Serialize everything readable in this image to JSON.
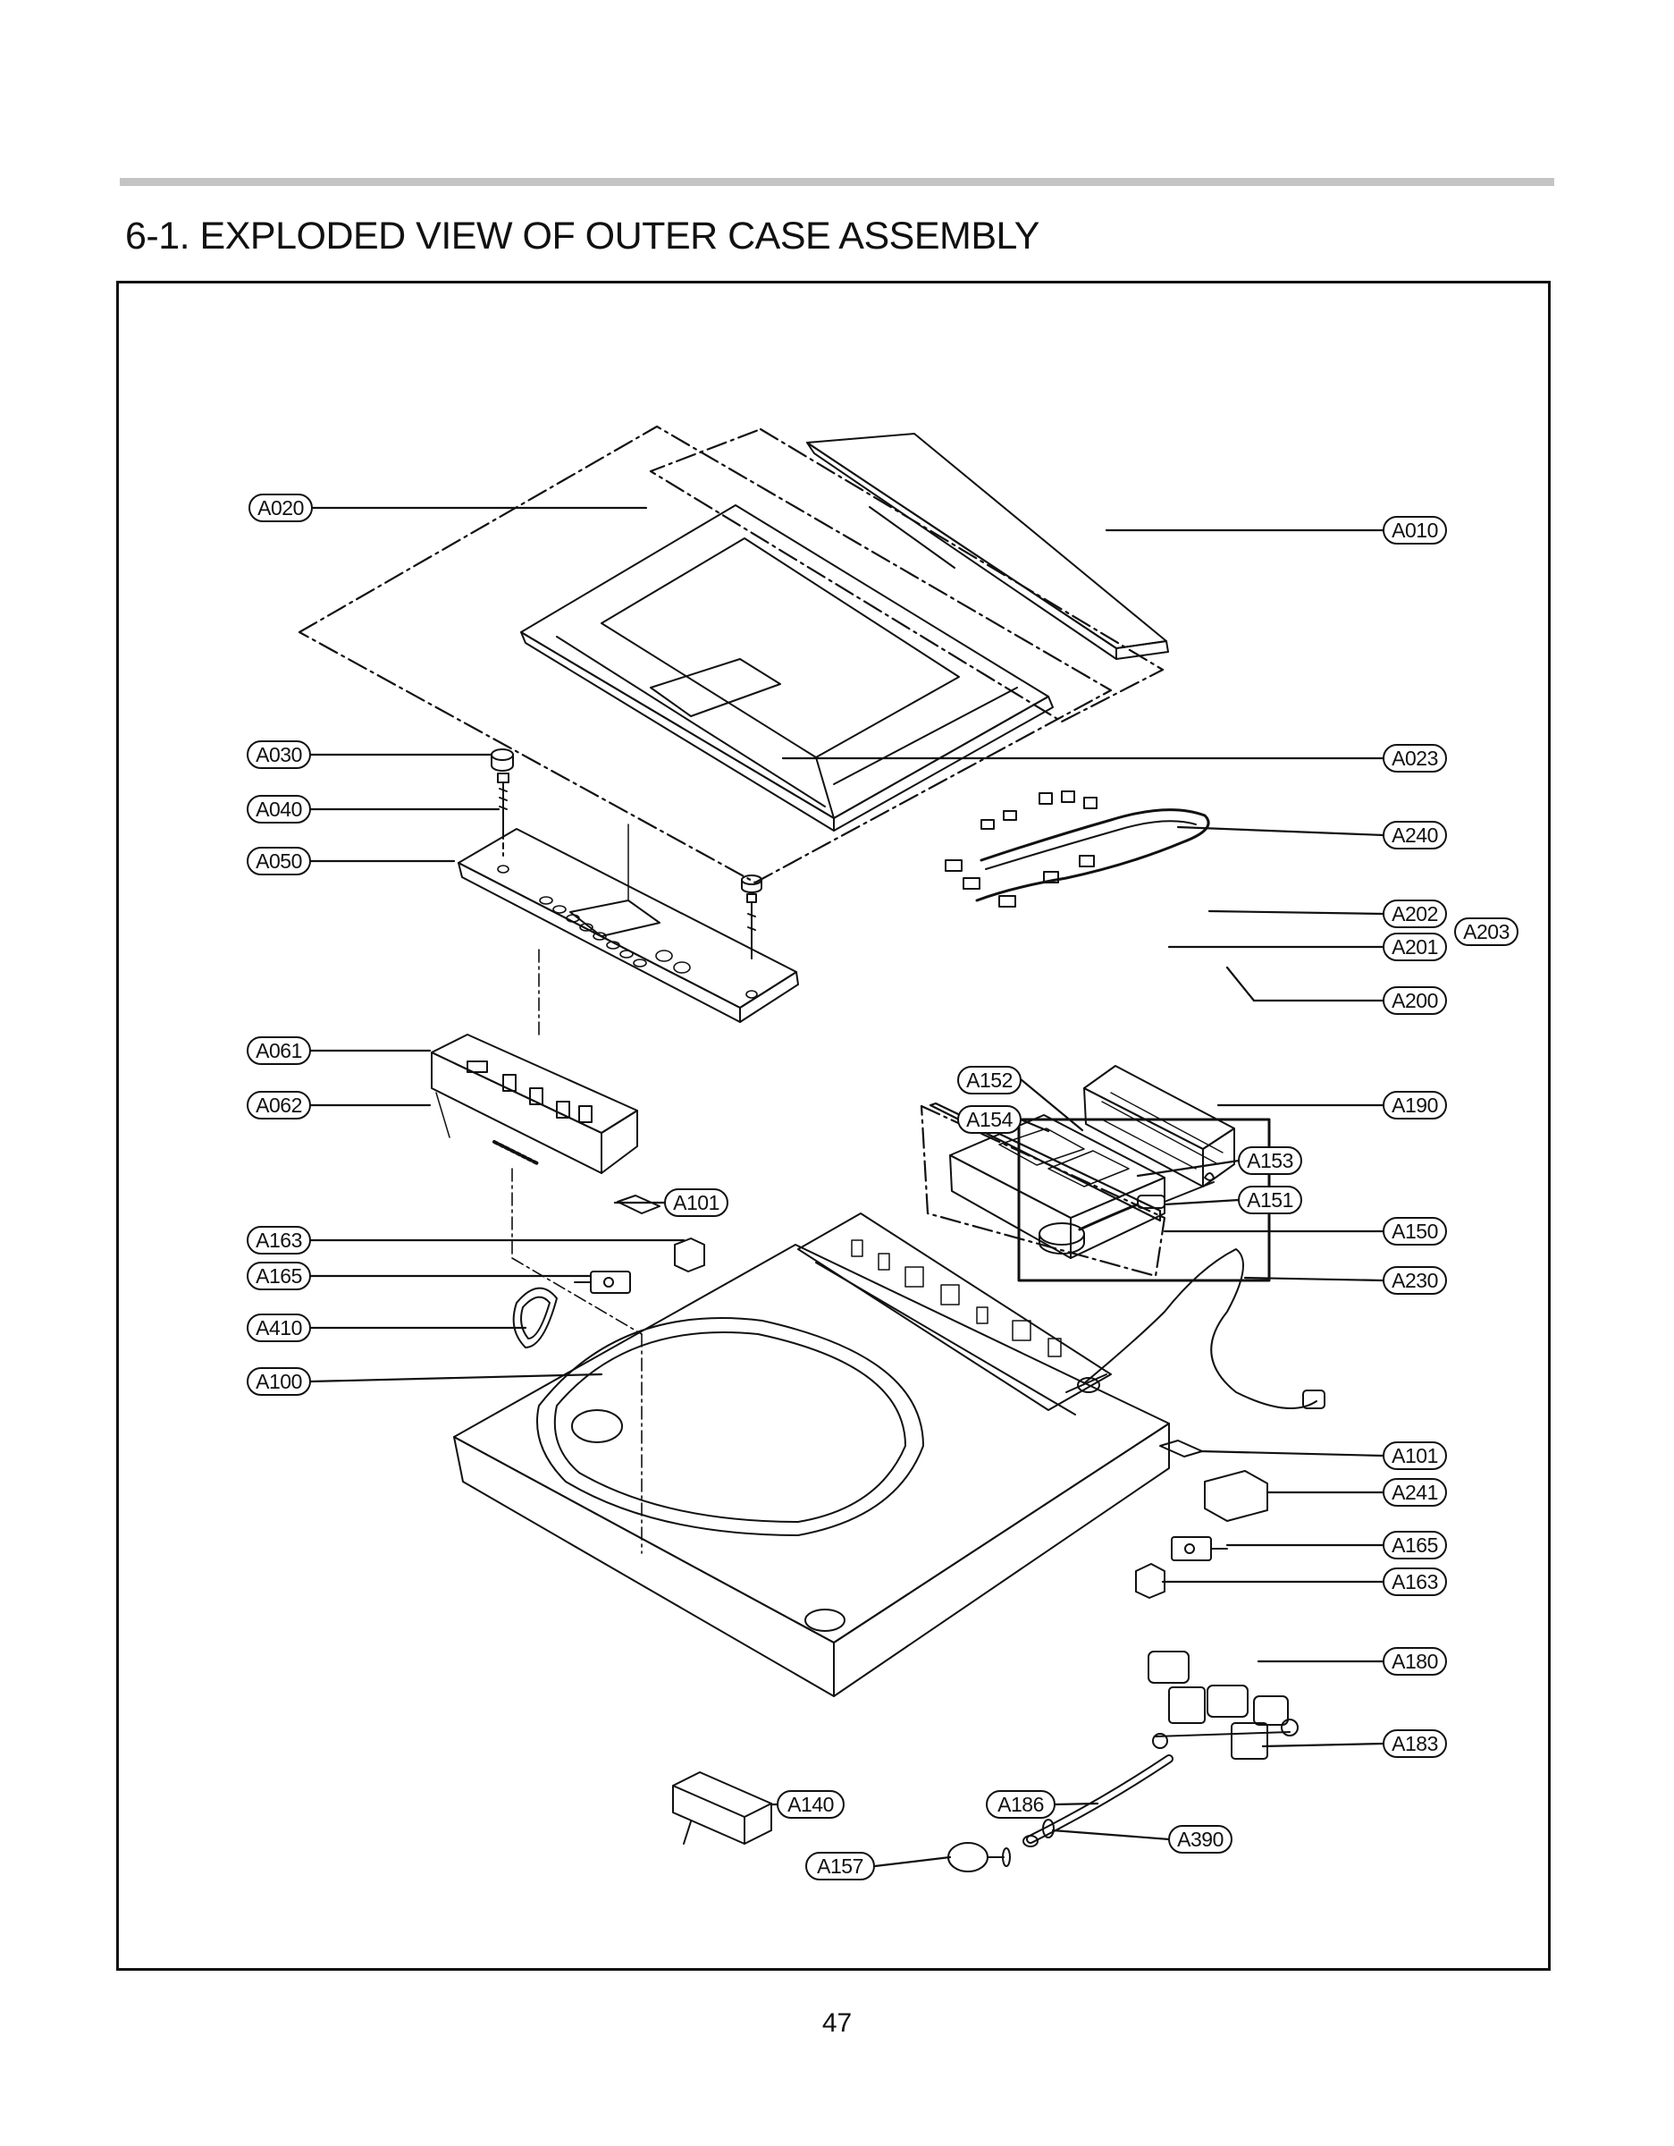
{
  "title": "6-1. EXPLODED VIEW OF OUTER CASE ASSEMBLY",
  "page_number": "47",
  "callouts": {
    "a020": "A020",
    "a010": "A010",
    "a030": "A030",
    "a023": "A023",
    "a040": "A040",
    "a240": "A240",
    "a050": "A050",
    "a202": "A202",
    "a201": "A201",
    "a203": "A203",
    "a200": "A200",
    "a061": "A061",
    "a152": "A152",
    "a190": "A190",
    "a062": "A062",
    "a154": "A154",
    "a153": "A153",
    "a101_top": "A101",
    "a151": "A151",
    "a163_left": "A163",
    "a150": "A150",
    "a165_left": "A165",
    "a230": "A230",
    "a410": "A410",
    "a100": "A100",
    "a101_right": "A101",
    "a241": "A241",
    "a165_right": "A165",
    "a163_right": "A163",
    "a180": "A180",
    "a183": "A183",
    "a140": "A140",
    "a186": "A186",
    "a390": "A390",
    "a157": "A157"
  }
}
